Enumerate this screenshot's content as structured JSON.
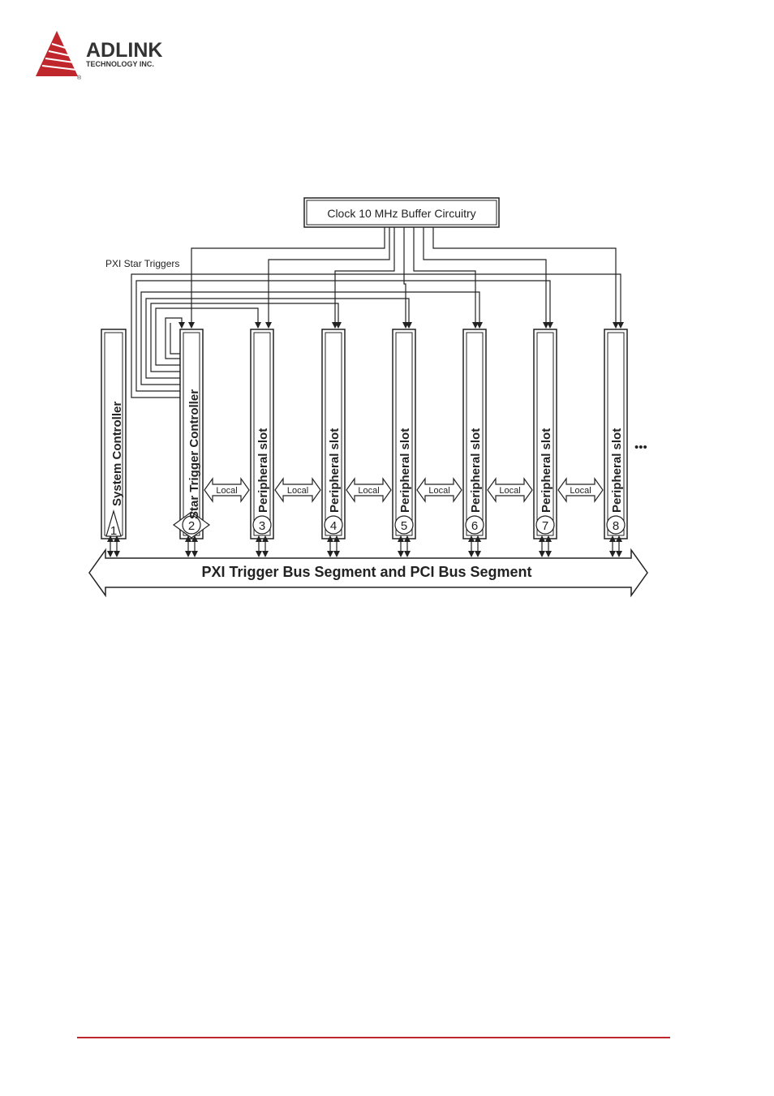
{
  "header": {
    "logo_wordmark": "ADLINK",
    "logo_tagline": "TECHNOLOGY INC.",
    "logo_mark": "®"
  },
  "colors": {
    "brand": "#c0272d",
    "line": "#222222"
  },
  "diagram": {
    "clock_label": "Clock 10 MHz Buffer Circuitry",
    "star_triggers_label": "PXI Star Triggers",
    "system_controller_label": "System Controller",
    "star_trigger_controller_label": "Star Trigger Controller",
    "peripheral_label": "Peripheral slot",
    "local_label": "Local",
    "bus_label": "PXI Trigger Bus Segment and PCI Bus Segment",
    "ellipsis": "•••",
    "slot_numbers": [
      "1",
      "2",
      "3",
      "4",
      "5",
      "6",
      "7",
      "8"
    ]
  }
}
